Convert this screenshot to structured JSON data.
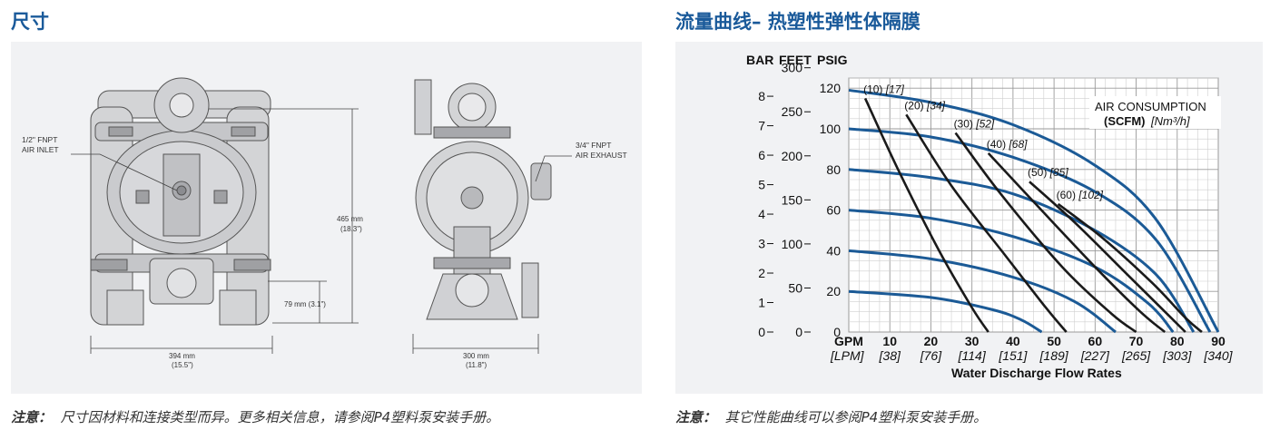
{
  "left": {
    "heading": "尺寸",
    "note_label": "注意：",
    "note_text": "尺寸因材料和连接类型而异。更多相关信息，请参阅P4塑料泵安装手册。",
    "callouts": {
      "air_inlet_1": "1/2\" FNPT",
      "air_inlet_2": "AIR INLET",
      "air_exhaust_1": "3/4\" FNPT",
      "air_exhaust_2": "AIR EXHAUST"
    },
    "dimensions": {
      "height_mm": "465 mm",
      "height_in": "(18.3\")",
      "inlet_mm": "79 mm (3.1\")",
      "width_front_mm": "394 mm",
      "width_front_in": "(15.5\")",
      "width_side_mm": "300 mm",
      "width_side_in": "(11.8\")"
    }
  },
  "right": {
    "heading": "流量曲线– 热塑性弹性体隔膜",
    "note_label": "注意：",
    "note_text": "其它性能曲线可以参阅P4塑料泵安装手册。"
  },
  "chart_data": {
    "type": "line",
    "header_units": [
      "BAR",
      "FEET",
      "PSIG"
    ],
    "xlabel": "Water Discharge Flow Rates",
    "x_unit_primary": "GPM",
    "x_unit_secondary": "[LPM]",
    "x_ticks_gpm": [
      "10",
      "20",
      "30",
      "40",
      "50",
      "60",
      "70",
      "80",
      "90"
    ],
    "x_ticks_lpm": [
      "[38]",
      "[76]",
      "[114]",
      "[151]",
      "[189]",
      "[227]",
      "[265]",
      "[303]",
      "[340]"
    ],
    "xlim": [
      0,
      90
    ],
    "y_psig_ticks": [
      "0",
      "20",
      "40",
      "60",
      "80",
      "100",
      "120"
    ],
    "y_feet_ticks": [
      "0",
      "50",
      "100",
      "150",
      "200",
      "250",
      "300"
    ],
    "y_bar_ticks": [
      "0",
      "1",
      "2",
      "3",
      "4",
      "5",
      "6",
      "7",
      "8"
    ],
    "ylim_psig": [
      0,
      125
    ],
    "grid": true,
    "legend_title_1": "AIR CONSUMPTION",
    "legend_title_2": "(SCFM)",
    "legend_title_3": "[Nm³/h]",
    "air_labels": [
      {
        "scfm": "(10)",
        "nm3h": "[17]"
      },
      {
        "scfm": "(20)",
        "nm3h": "[34]"
      },
      {
        "scfm": "(30)",
        "nm3h": "[52]"
      },
      {
        "scfm": "(40)",
        "nm3h": "[68]"
      },
      {
        "scfm": "(50)",
        "nm3h": "[85]"
      },
      {
        "scfm": "(60)",
        "nm3h": "[102]"
      }
    ],
    "series_color_pressure": "#1b5a96",
    "series_color_air": "#1a1a1a",
    "pressure_curves": [
      {
        "x": [
          0,
          20,
          35,
          42,
          47
        ],
        "y": [
          20,
          17,
          11,
          6,
          0
        ]
      },
      {
        "x": [
          0,
          20,
          40,
          55,
          65
        ],
        "y": [
          40,
          36,
          27,
          15,
          0
        ]
      },
      {
        "x": [
          0,
          20,
          40,
          60,
          73,
          79
        ],
        "y": [
          60,
          56,
          47,
          32,
          14,
          0
        ]
      },
      {
        "x": [
          0,
          20,
          40,
          60,
          75,
          84
        ],
        "y": [
          80,
          76,
          68,
          50,
          28,
          0
        ]
      },
      {
        "x": [
          0,
          20,
          40,
          60,
          75,
          88
        ],
        "y": [
          100,
          96,
          86,
          69,
          45,
          0
        ]
      },
      {
        "x": [
          0,
          20,
          40,
          60,
          75,
          90
        ],
        "y": [
          119,
          113,
          102,
          82,
          55,
          0
        ]
      }
    ],
    "air_curves": [
      {
        "x": [
          4,
          12,
          22,
          30,
          34
        ],
        "y": [
          115,
          80,
          40,
          12,
          0
        ]
      },
      {
        "x": [
          14,
          25,
          38,
          48,
          53
        ],
        "y": [
          107,
          72,
          38,
          12,
          0
        ]
      },
      {
        "x": [
          26,
          37,
          52,
          64,
          70
        ],
        "y": [
          98,
          68,
          32,
          9,
          0
        ]
      },
      {
        "x": [
          34,
          46,
          60,
          71,
          77
        ],
        "y": [
          88,
          62,
          32,
          10,
          0
        ]
      },
      {
        "x": [
          44,
          55,
          68,
          78,
          82
        ],
        "y": [
          74,
          54,
          28,
          8,
          0
        ]
      },
      {
        "x": [
          51,
          62,
          74,
          82,
          86
        ],
        "y": [
          63,
          46,
          24,
          7,
          0
        ]
      }
    ]
  }
}
